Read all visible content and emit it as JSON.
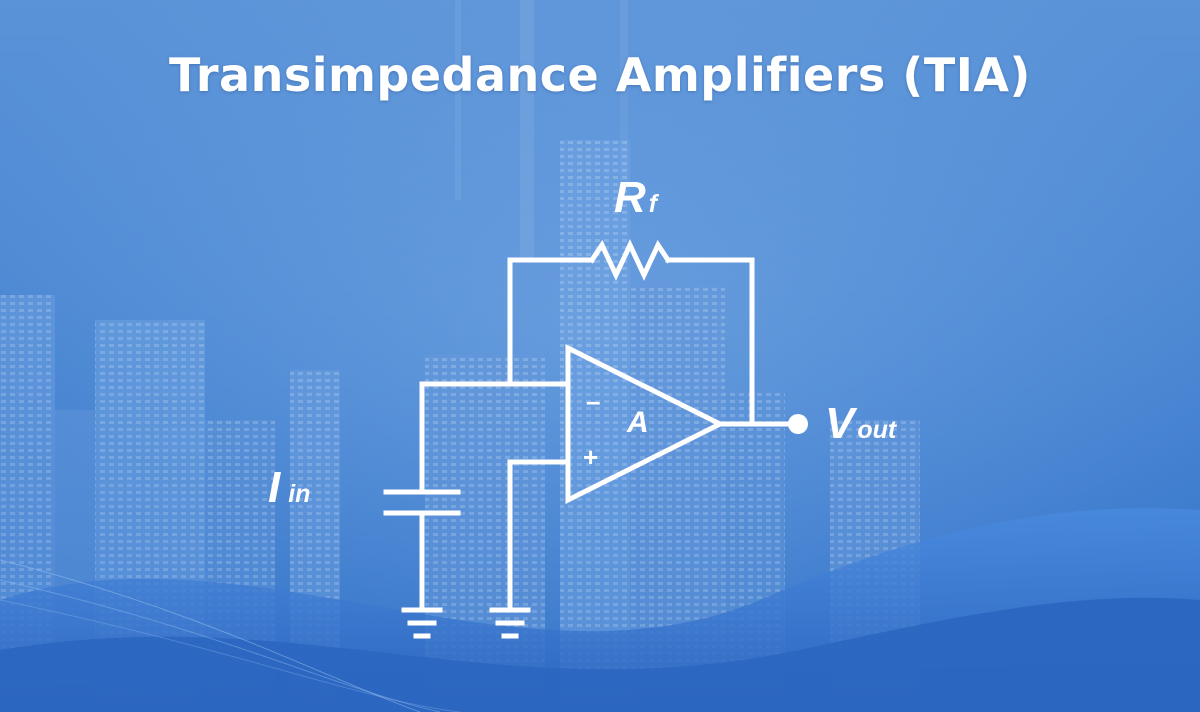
{
  "title": "Transimpedance Amplifiers (TIA)",
  "labels": {
    "rf_main": "R",
    "rf_sub": "f",
    "vout_main": "V",
    "vout_sub": "out",
    "iin_main": "I",
    "iin_sub": "in",
    "opamp_gain": "A",
    "inverting_sign": "–",
    "noninverting_sign": "+"
  },
  "colors": {
    "background_top": "#5b93d8",
    "background_bottom": "#2f6fc4",
    "wire": "#ffffff",
    "text": "#ffffff"
  }
}
